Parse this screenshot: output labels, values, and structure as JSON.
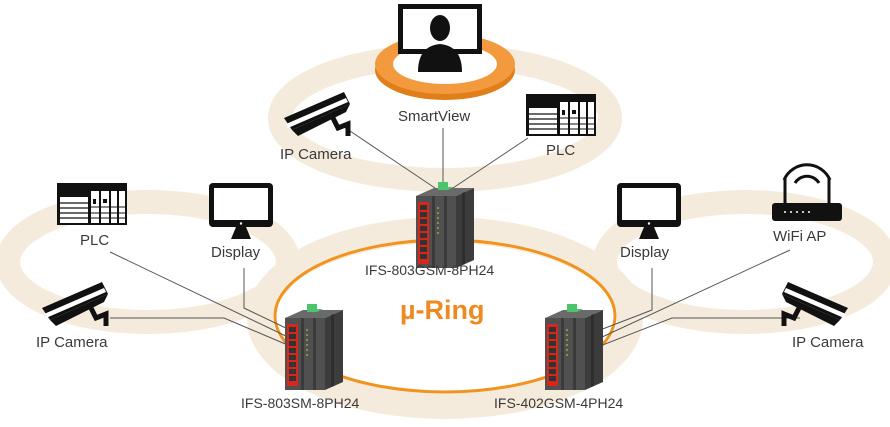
{
  "colors": {
    "ring_orange": "#f1941f",
    "halo_beige": "#f5ebdc",
    "switch_red": "#d9261c",
    "switch_gray": "#4a4a4a",
    "connector_green": "#4cc46b",
    "text": "#3a3a3a",
    "smartview_disc": "#f08a24"
  },
  "ring": {
    "title": "µ-Ring"
  },
  "switches": [
    {
      "id": "top",
      "model": "IFS-803GSM-8PH24"
    },
    {
      "id": "left",
      "model": "IFS-803SM-8PH24"
    },
    {
      "id": "right",
      "model": "IFS-402GSM-4PH24"
    }
  ],
  "devices": {
    "smartview": {
      "label": "SmartView",
      "icon": "monitor-user-icon"
    },
    "top_camera": {
      "label": "IP Camera",
      "icon": "ip-camera-icon"
    },
    "top_plc": {
      "label": "PLC",
      "icon": "plc-icon"
    },
    "left_plc": {
      "label": "PLC",
      "icon": "plc-icon"
    },
    "left_display": {
      "label": "Display",
      "icon": "display-icon"
    },
    "left_camera": {
      "label": "IP Camera",
      "icon": "ip-camera-icon"
    },
    "right_display": {
      "label": "Display",
      "icon": "display-icon"
    },
    "right_wifi": {
      "label": "WiFi AP",
      "icon": "wifi-router-icon"
    },
    "right_camera": {
      "label": "IP Camera",
      "icon": "ip-camera-icon"
    }
  }
}
